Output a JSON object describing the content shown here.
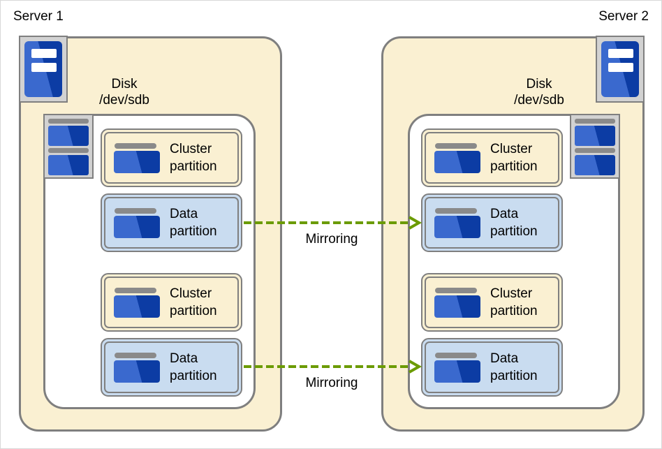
{
  "colors": {
    "cream": "#FAF0D2",
    "light-blue": "#C9DCF0",
    "border-gray": "#7F7F7F",
    "frame-gray": "#D2D2D2",
    "bar-gray": "#8A8A8A",
    "blue-light": "#3A69CE",
    "blue-dark": "#0C3CA4",
    "green": "#6B9B00",
    "page-border": "#D8D8D8",
    "text": "#000000"
  },
  "servers": [
    {
      "name": "Server 1",
      "disk_label_line1": "Disk",
      "disk_label_line2": "/dev/sdb",
      "partitions": [
        {
          "type": "cluster",
          "line1": "Cluster",
          "line2": "partition"
        },
        {
          "type": "data",
          "line1": "Data",
          "line2": "partition"
        },
        {
          "type": "cluster",
          "line1": "Cluster",
          "line2": "partition"
        },
        {
          "type": "data",
          "line1": "Data",
          "line2": "partition"
        }
      ]
    },
    {
      "name": "Server 2",
      "disk_label_line1": "Disk",
      "disk_label_line2": "/dev/sdb",
      "partitions": [
        {
          "type": "cluster",
          "line1": "Cluster",
          "line2": "partition"
        },
        {
          "type": "data",
          "line1": "Data",
          "line2": "partition"
        },
        {
          "type": "cluster",
          "line1": "Cluster",
          "line2": "partition"
        },
        {
          "type": "data",
          "line1": "Data",
          "line2": "partition"
        }
      ]
    }
  ],
  "mirroring": [
    {
      "label": "Mirroring"
    },
    {
      "label": "Mirroring"
    }
  ]
}
